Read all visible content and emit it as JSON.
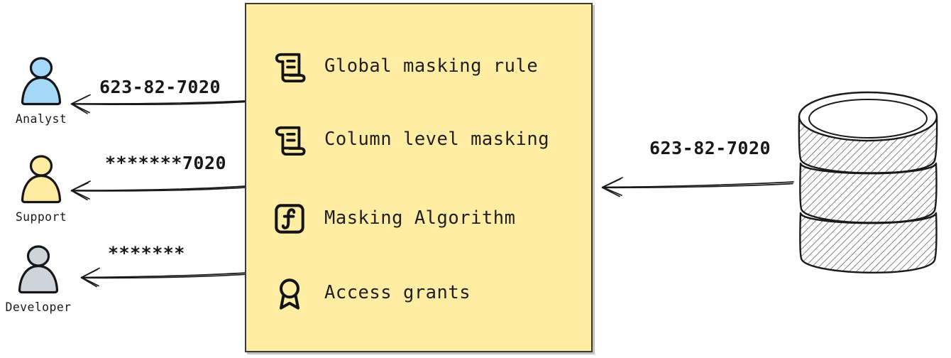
{
  "diagram": {
    "type": "data-masking-flow",
    "background": "#ffffff"
  },
  "policy_panel": {
    "fill_color": "#ffeda4",
    "border_color": "#3b3b36",
    "items": [
      {
        "icon": "scroll-icon",
        "label": "Global masking rule"
      },
      {
        "icon": "scroll-icon",
        "label": "Column level masking"
      },
      {
        "icon": "function-icon",
        "label": "Masking Algorithm"
      },
      {
        "icon": "award-icon",
        "label": "Access grants"
      }
    ]
  },
  "actors": [
    {
      "name": "Analyst",
      "icon": "user-icon",
      "color": "#a5d8f6",
      "value": "623-82-7020",
      "arrow": "arrow-left-icon"
    },
    {
      "name": "Support",
      "icon": "user-icon",
      "color": "#ffeca1",
      "value": "*******7020",
      "arrow": "arrow-left-icon"
    },
    {
      "name": "Developer",
      "icon": "user-icon",
      "color": "#ced4da",
      "value": "*******",
      "arrow": "arrow-left-icon"
    }
  ],
  "source": {
    "icon": "database-icon",
    "value": "623-82-7020",
    "arrow": "arrow-left-icon"
  }
}
